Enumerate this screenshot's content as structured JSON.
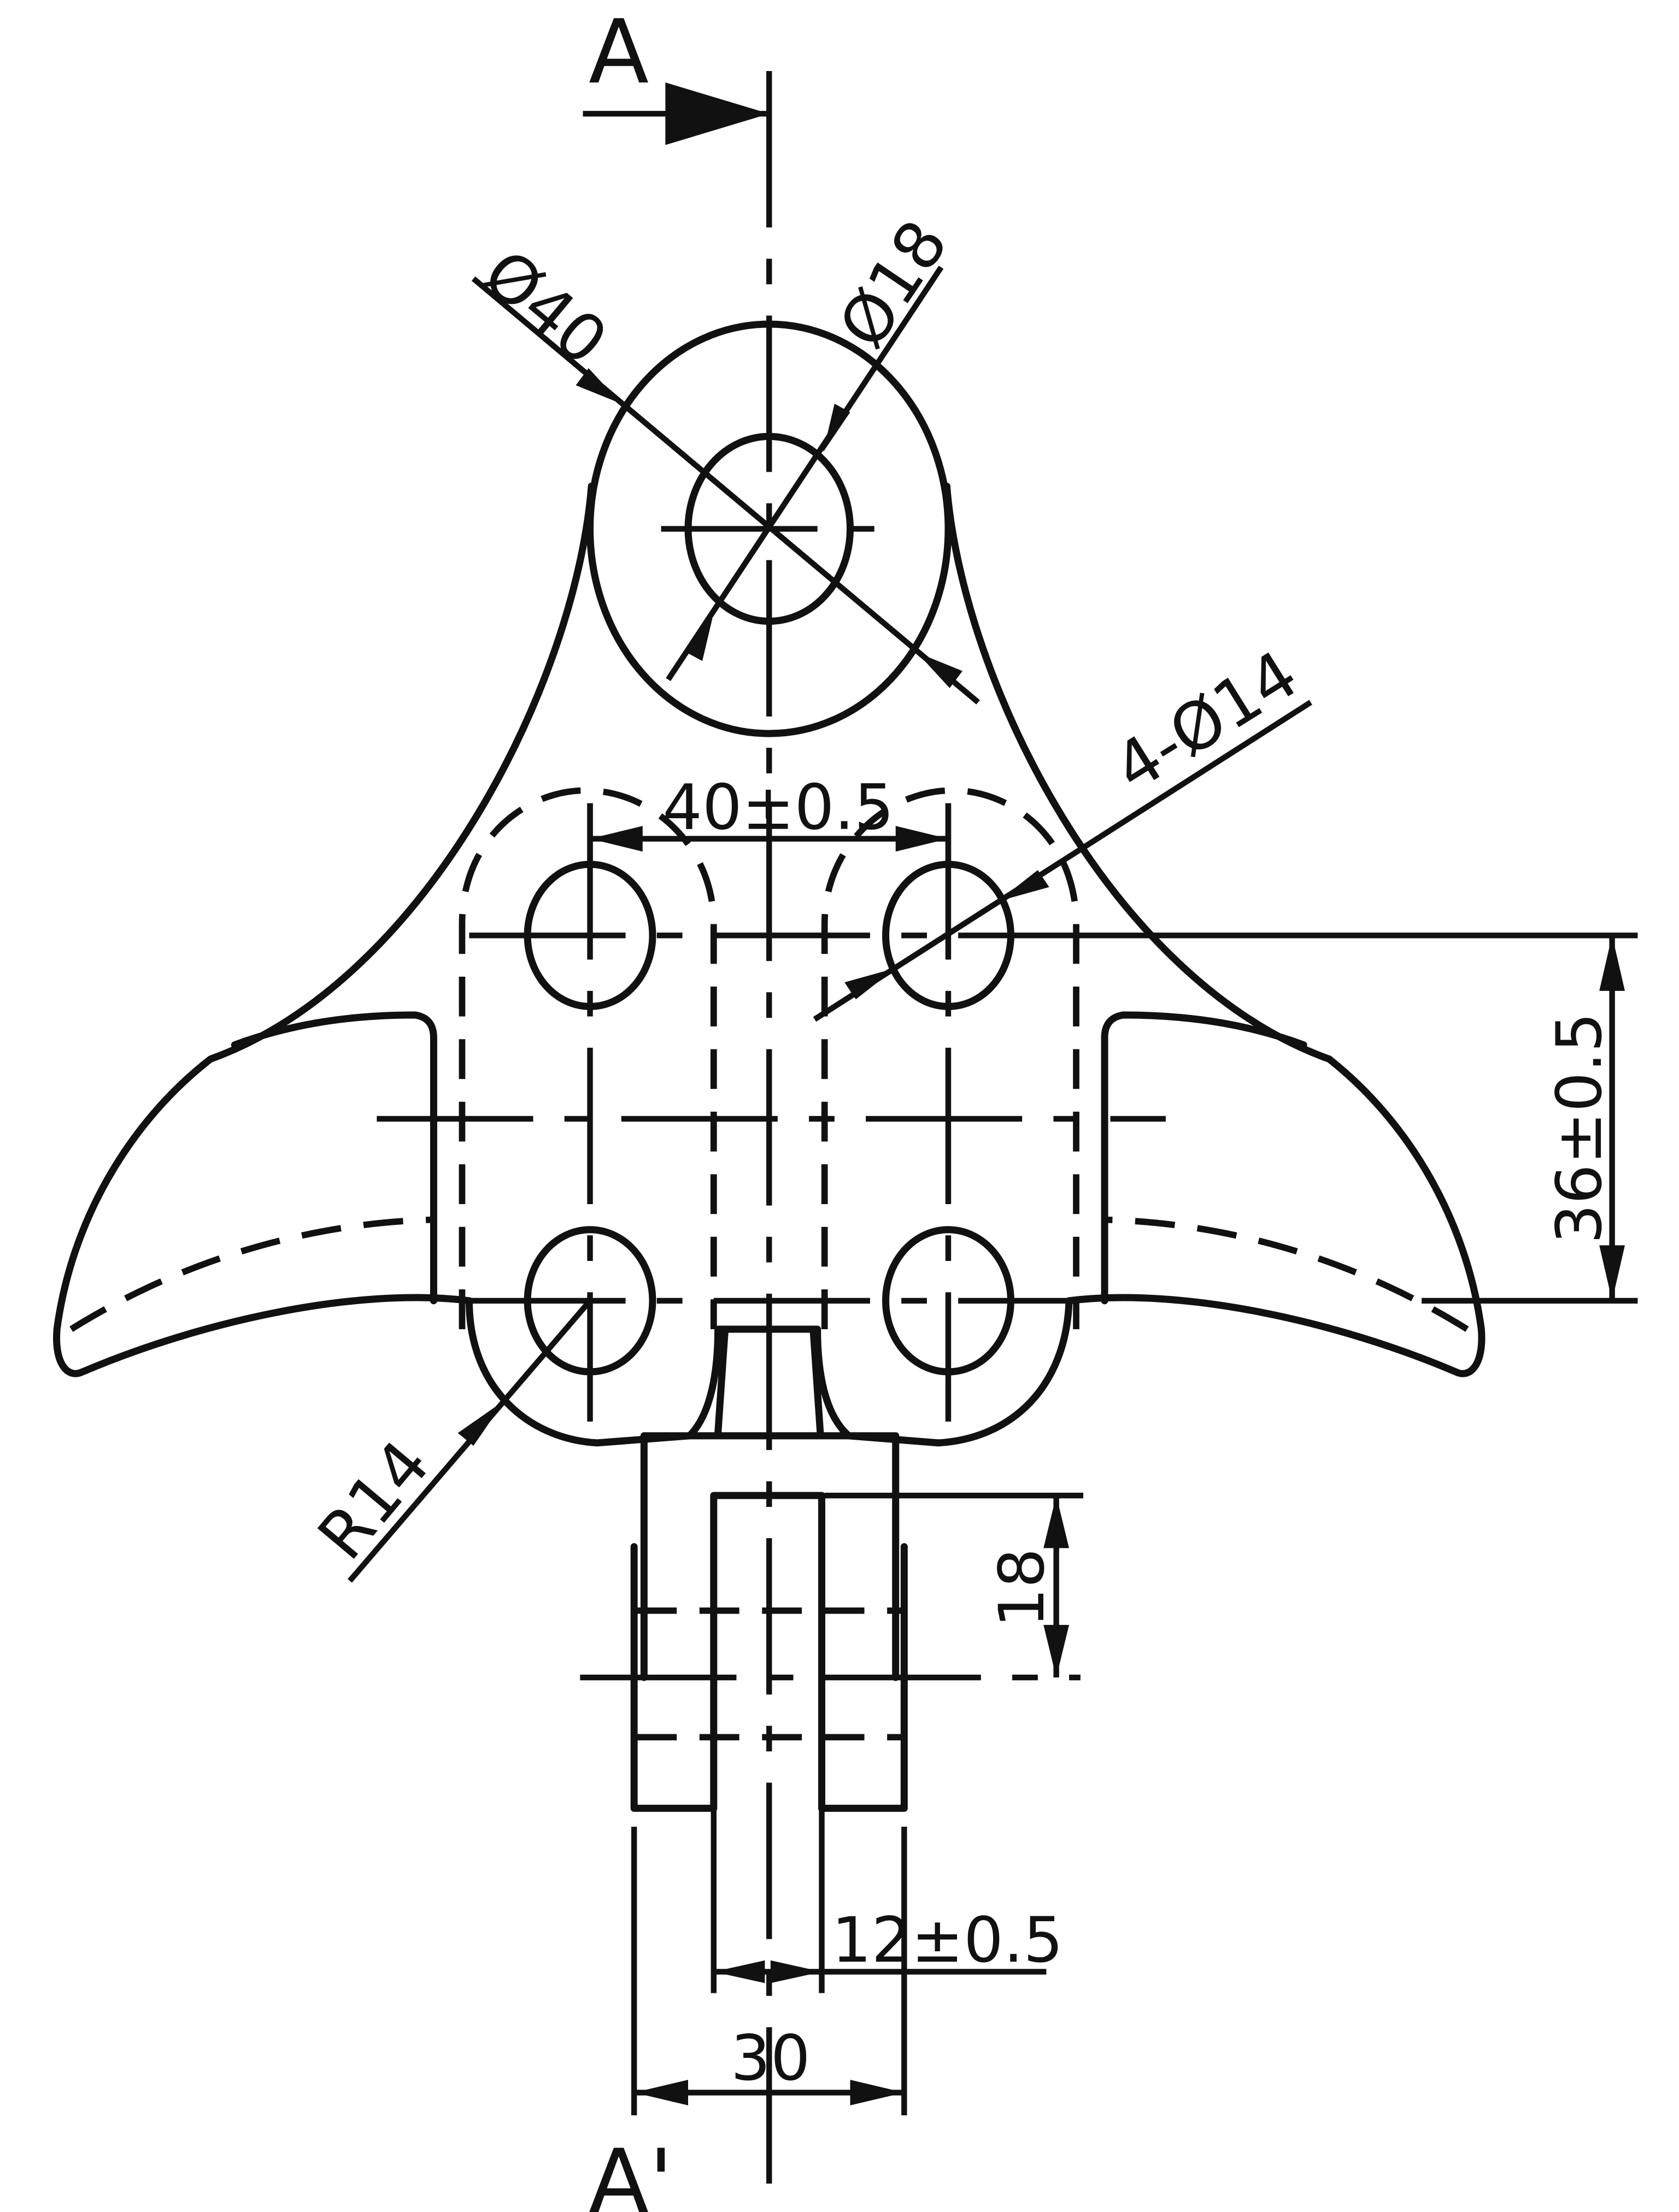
{
  "section_mark_top": "A",
  "section_mark_bottom": "A'",
  "dimensions": {
    "outer_diameter": "Ø40",
    "bore_diameter": "Ø18",
    "holes": "4-Ø14",
    "hole_spacing_horizontal": "40±0.5",
    "hole_spacing_vertical": "36±0.5",
    "corner_radius": "R14",
    "clevis_depth": "18",
    "slot_width": "12±0.5",
    "clevis_width": "30"
  }
}
